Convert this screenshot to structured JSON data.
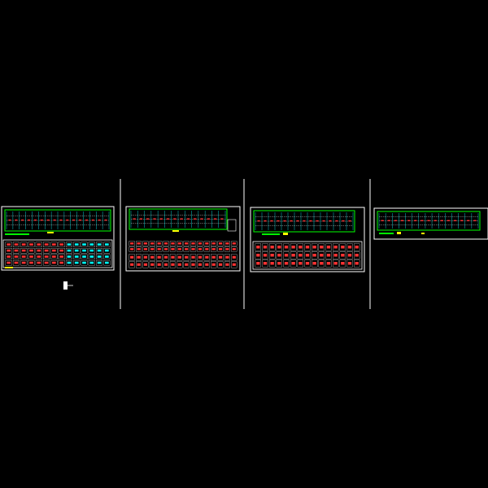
{
  "canvas": {
    "background": "#000000"
  },
  "colors": {
    "sheet_border": "#ffffff",
    "plan_frame": "#00ff00",
    "grid_line": "#00ffff",
    "annotation": "#ffff00",
    "detail_mark": "#ff3333",
    "separator": "#ffffff"
  },
  "sheets": [
    {
      "id": "sheet-1",
      "has_plan": true,
      "has_detail_table": true,
      "detail_style": "mixed"
    },
    {
      "id": "sheet-2",
      "has_plan": true,
      "has_detail_table": true,
      "detail_style": "red-grid"
    },
    {
      "id": "sheet-3",
      "has_plan": true,
      "has_detail_table": true,
      "detail_style": "red-grid"
    },
    {
      "id": "sheet-4",
      "has_plan": true,
      "has_detail_table": false,
      "detail_style": "none"
    }
  ]
}
